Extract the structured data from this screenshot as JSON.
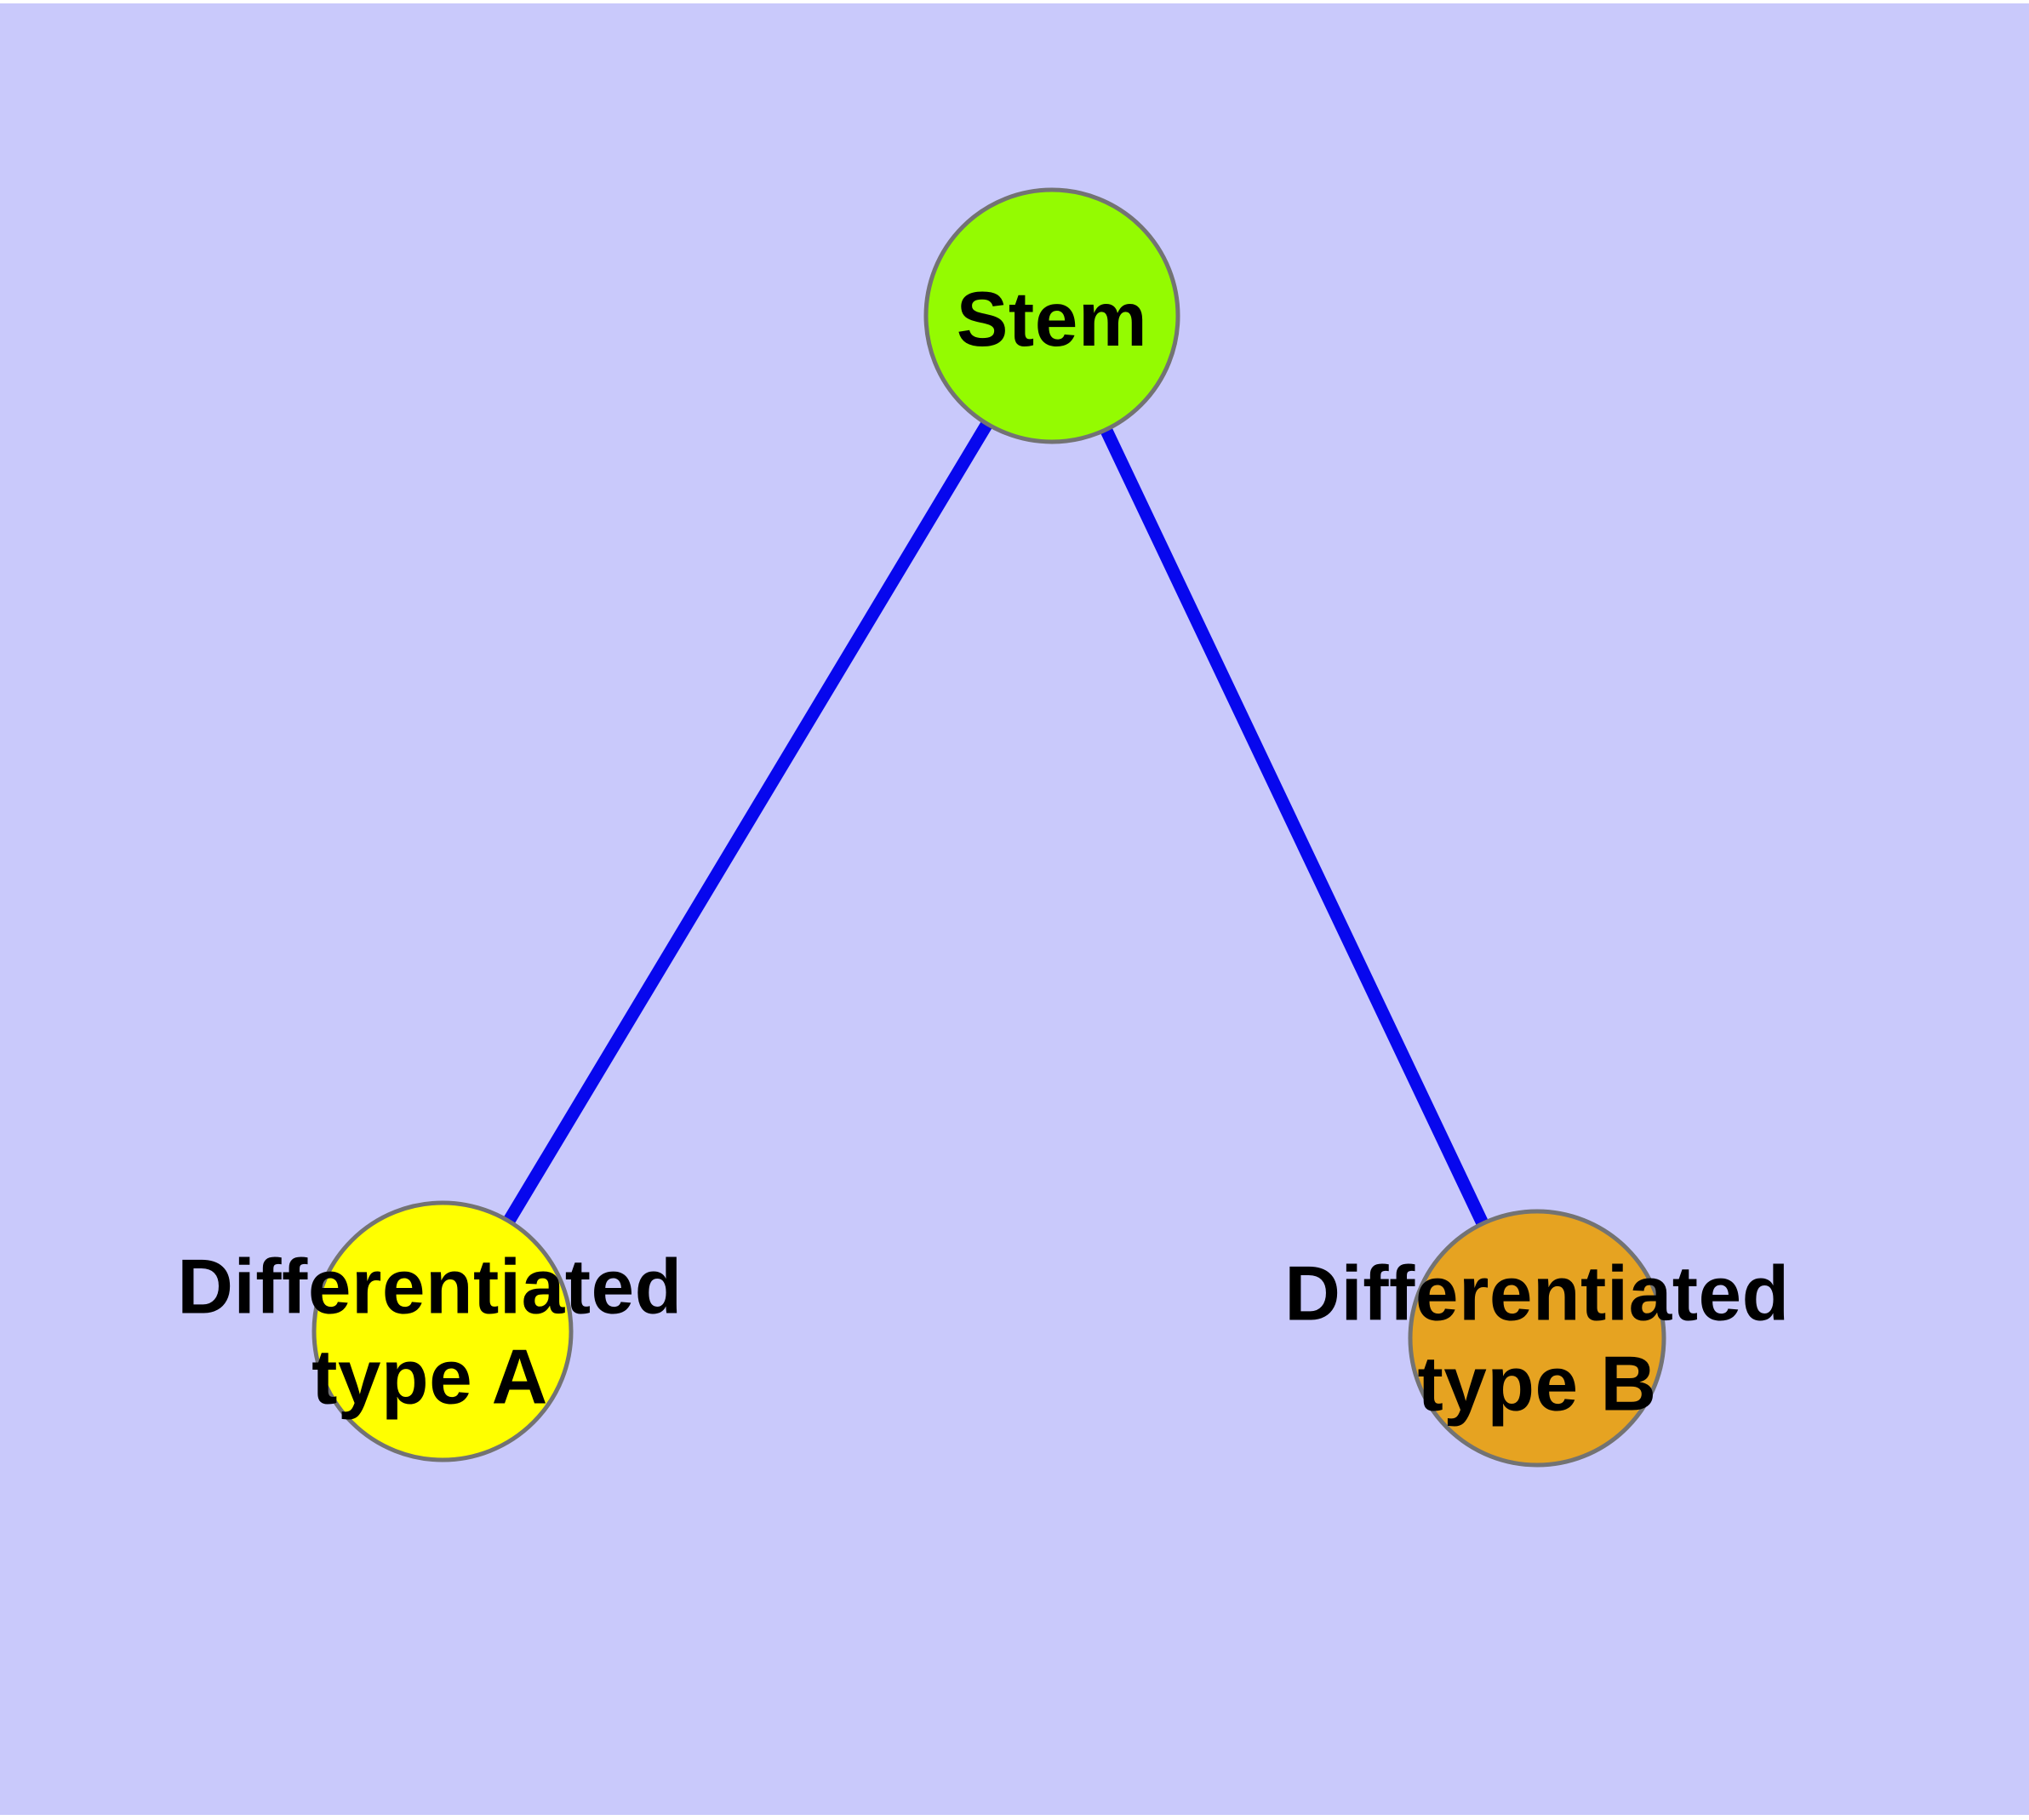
{
  "diagram": {
    "title": "",
    "graph_type": "undirected node-link graph",
    "colors": {
      "page": "#ffffff",
      "background": "#c9c9fb",
      "edge": "#0707ee",
      "node_border": "#737373",
      "label": "#000000"
    },
    "nodes": [
      {
        "id": "stem",
        "label": "Stem",
        "color": "#94fb01"
      },
      {
        "id": "type-a",
        "label": "Differentiated\ntype A",
        "color": "#ffff00"
      },
      {
        "id": "type-b",
        "label": "Differentiated\ntype B",
        "color": "#e6a321"
      }
    ],
    "edges": [
      {
        "source": "Stem",
        "target": "Differentiated type A"
      },
      {
        "source": "Stem",
        "target": "Differentiated type B"
      }
    ]
  }
}
